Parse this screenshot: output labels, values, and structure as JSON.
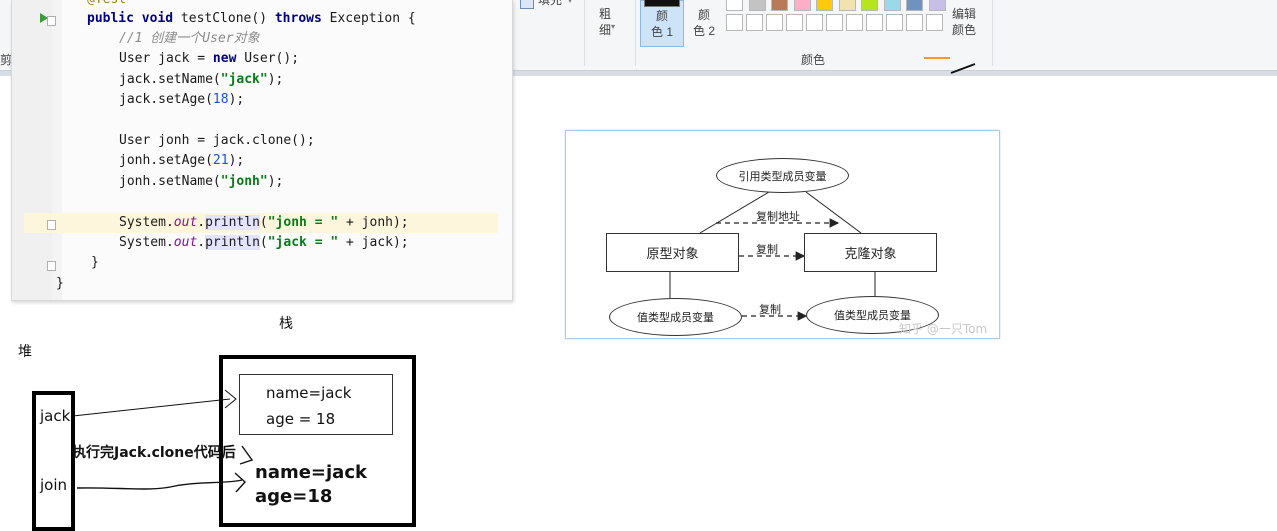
{
  "ribbon": {
    "fill_label": "填充",
    "outline_width_label": "粗\n细",
    "color1_label": "颜\n色 1",
    "color2_label": "颜\n色 2",
    "edit_colors_label": "编辑\n颜色",
    "group_label_colors": "颜色",
    "partial_left_label": "剪",
    "palette_row1": [
      "#ffffff",
      "#c3c3c3",
      "#b97a57",
      "#ffaec9",
      "#ffc90e",
      "#efe4b0",
      "#b5e61d",
      "#99d9ea",
      "#7092be",
      "#c8bfe7"
    ],
    "palette_row2": [
      "#ffffff",
      "#ffffff",
      "#ffffff",
      "#ffffff",
      "#ffffff",
      "#ffffff",
      "#ffffff",
      "#ffffff",
      "#ffffff",
      "#ffffff",
      "#ffffff"
    ],
    "accent_orange": "#f39a2b"
  },
  "code": {
    "lines": [
      {
        "t": "annotation",
        "text": "@Test"
      },
      {
        "t": "sig",
        "kw1": "public void ",
        "name": "testClone() ",
        "kw2": "throws ",
        "rest": "Exception {"
      },
      {
        "t": "comment",
        "text": "//1 创建一个User对象"
      },
      {
        "t": "new",
        "a": "User jack = ",
        "kw": "new ",
        "b": "User();"
      },
      {
        "t": "str",
        "a": "jack.setName(",
        "s": "\"jack\"",
        "b": ");"
      },
      {
        "t": "num",
        "a": "jack.setAge(",
        "n": "18",
        "b": ");"
      },
      {
        "t": "plain",
        "text": ""
      },
      {
        "t": "plain",
        "text": "User jonh = jack.clone();"
      },
      {
        "t": "num",
        "a": "jonh.setAge(",
        "n": "21",
        "b": ");"
      },
      {
        "t": "str",
        "a": "jonh.setName(",
        "s": "\"jonh\"",
        "b": ");"
      },
      {
        "t": "plain",
        "text": ""
      },
      {
        "t": "println",
        "a": "System.",
        "f": "out",
        "m": ".println",
        "p": "(",
        "s": "\"jonh = \"",
        "b": " + jonh);"
      },
      {
        "t": "println",
        "a": "System.",
        "f": "out",
        "m": ".println",
        "p": "(",
        "s": "\"jack = \"",
        "b": " + jack);"
      },
      {
        "t": "plain",
        "text": "}"
      },
      {
        "t": "plain",
        "text": "}"
      }
    ]
  },
  "diagram": {
    "ref_member": "引用类型成员变量",
    "copy_address": "复制地址",
    "prototype": "原型对象",
    "copy": "复制",
    "clone": "克隆对象",
    "value_member_left": "值类型成员变量",
    "copy2": "复制",
    "value_member_right": "值类型成员变量",
    "watermark": "知乎 @一只Tom"
  },
  "sketch": {
    "stack_label": "栈",
    "heap_label": "堆",
    "var_jack": "jack",
    "var_join": "join",
    "obj1_name": "name=jack",
    "obj1_age": "age = 18",
    "after_clone_note": "执行完Jack.clone代码后",
    "obj2_name": "name=jack",
    "obj2_age": "age=18"
  }
}
